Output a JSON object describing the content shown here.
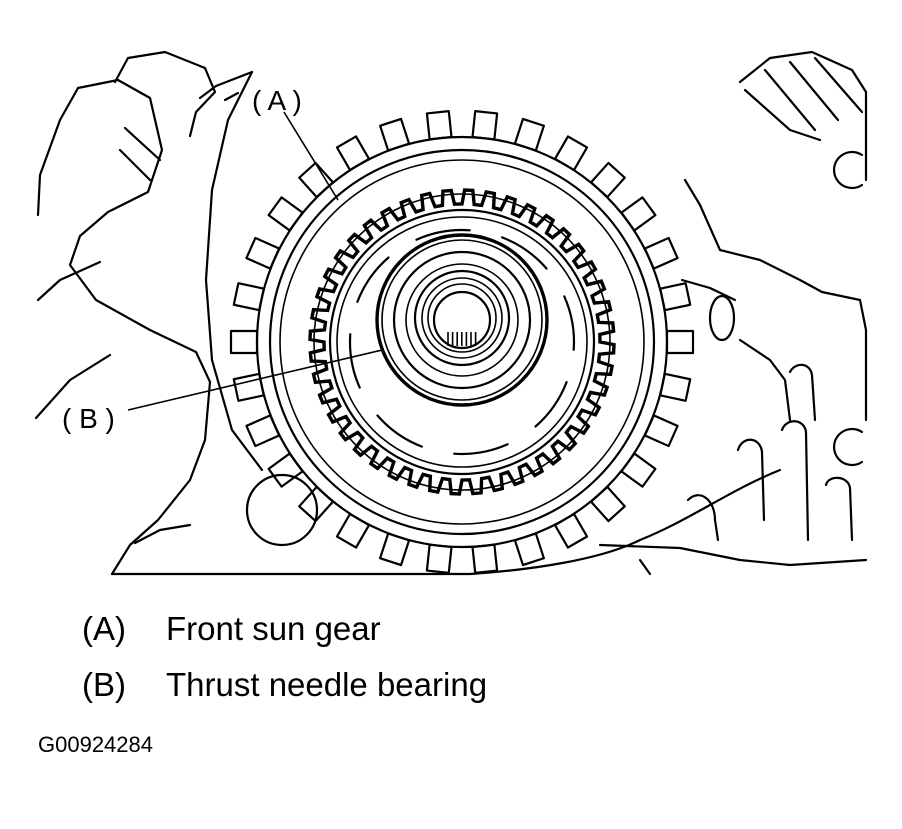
{
  "callouts": {
    "a": "( A )",
    "b": "( B )"
  },
  "legend": [
    {
      "key": "(A)",
      "text": "Front sun gear"
    },
    {
      "key": "(B)",
      "text": "Thrust needle bearing"
    }
  ],
  "figure_id": "G00924284",
  "colors": {
    "line": "#000000",
    "background": "#ffffff"
  }
}
